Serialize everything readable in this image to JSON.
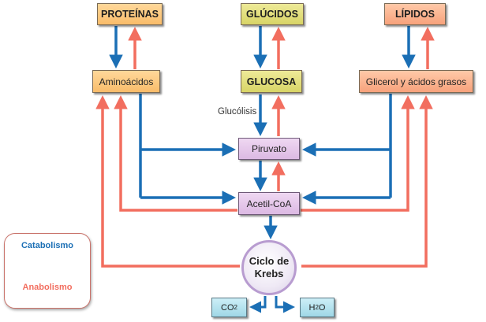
{
  "colors": {
    "catabolism": "#1b6fb5",
    "anabolism": "#f26e5f"
  },
  "sources": {
    "proteins": "PROTEÍNAS",
    "carbohydrates": "GLÚCIDOS",
    "lipids": "LÍPIDOS"
  },
  "monomers": {
    "amino_acids": "Aminoácidos",
    "glucose": "GLUCOSA",
    "glycerol_fatty_acids": "Glicerol y ácidos grasos"
  },
  "intermediates": {
    "pyruvate": "Piruvato",
    "acetyl_coa": "Acetil-CoA",
    "glycolysis_label": "Glucólisis"
  },
  "krebs": {
    "line1": "Ciclo de",
    "line2": "Krebs"
  },
  "products": {
    "co2_main": "CO",
    "co2_sub": "2",
    "h2o_h": "H",
    "h2o_sub": "2",
    "h2o_o": "O"
  },
  "legend": {
    "catabolism_label": "Catabolismo",
    "anabolism_label": "Anabolismo"
  }
}
